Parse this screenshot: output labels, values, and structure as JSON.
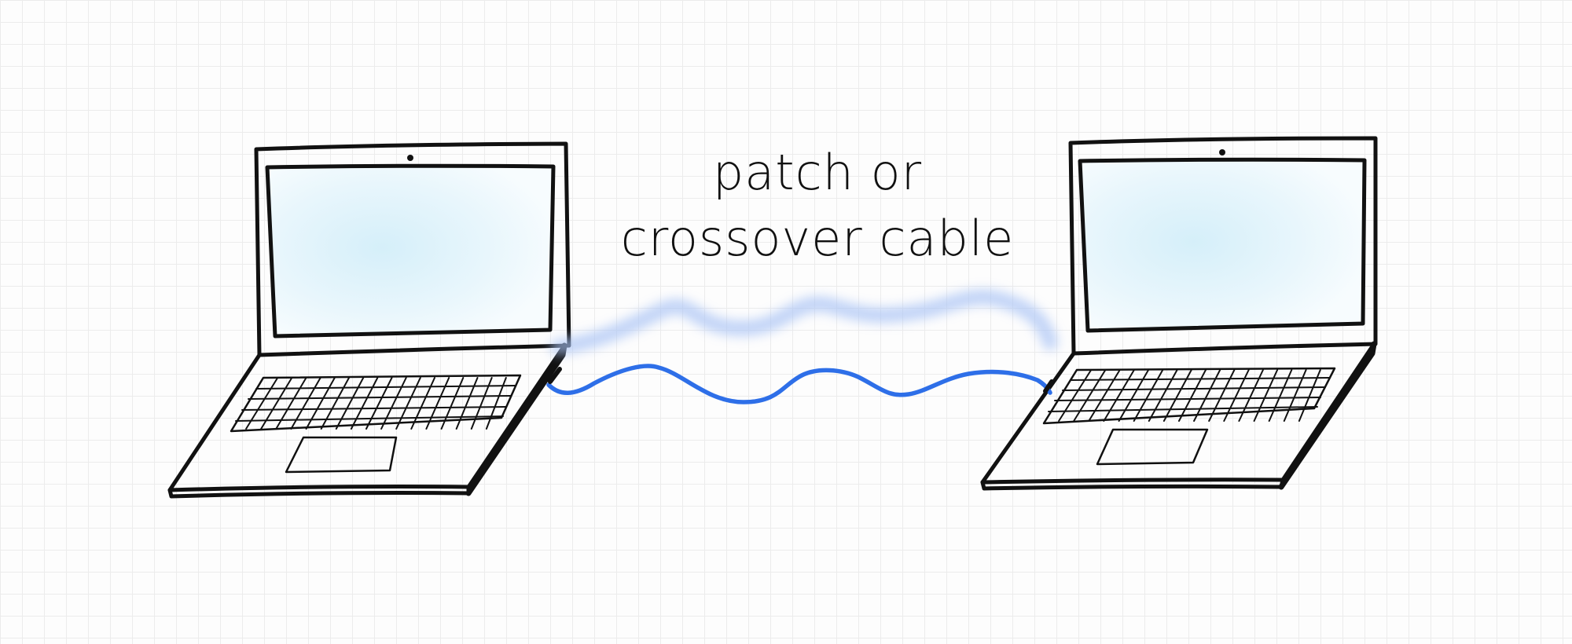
{
  "caption": {
    "line1": "patch or",
    "line2": "crossover cable"
  },
  "colors": {
    "ink": "#111111",
    "screen_glow": "#d8f0fb",
    "cable": "#2e6fe8",
    "cable_glow": "#a9c3f5",
    "background": "#fdfdfd",
    "grid": "#ececec"
  },
  "nodes": [
    {
      "id": "laptop-left",
      "kind": "laptop",
      "icon": "laptop-icon"
    },
    {
      "id": "laptop-right",
      "kind": "laptop",
      "icon": "laptop-icon"
    }
  ],
  "edges": [
    {
      "from": "laptop-left",
      "to": "laptop-right",
      "kind": "cable"
    }
  ]
}
